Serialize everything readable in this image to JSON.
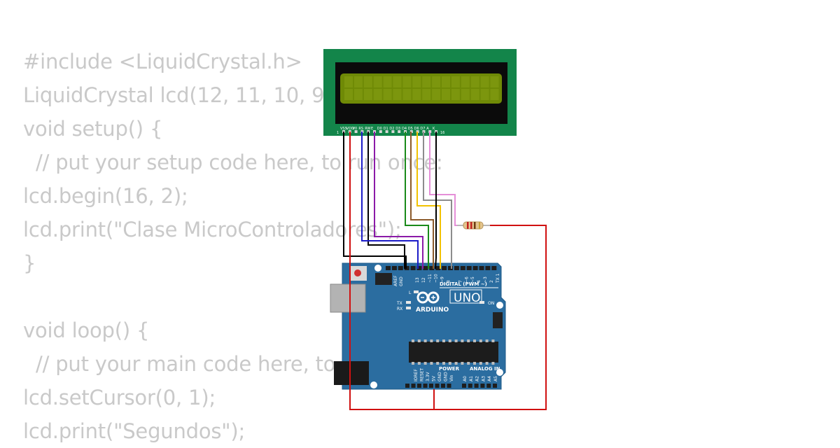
{
  "code": {
    "lines": [
      "#include <LiquidCrystal.h>",
      "LiquidCrystal lcd(12, 11, 10, 9, 8, 7);",
      "void setup() {",
      "  // put your setup code here, to run once:",
      "lcd.begin(16, 2);",
      "lcd.print(\"Clase MicroControladores\");",
      "}",
      "",
      "void loop() {",
      "  // put your main code here, to run repeatedly:",
      "lcd.setCursor(0, 1);",
      "lcd.print(\"Segundos\");"
    ]
  },
  "lcd": {
    "pin_labels": [
      "VSS",
      "VDD",
      "V0",
      "RS",
      "RW",
      "E",
      "D0",
      "D1",
      "D2",
      "D3",
      "D4",
      "D5",
      "D6",
      "D7",
      "A",
      "K"
    ],
    "pin_first": "1",
    "pin_last": "16",
    "board_color": "#13854a",
    "screen_color": "#6f8a06"
  },
  "arduino": {
    "brand": "ARDUINO",
    "model": "UNO",
    "digital_label": "DIGITAL (PWM ~)",
    "power_label": "POWER",
    "analog_label": "ANALOG IN",
    "on_label": "ON",
    "l_label": "L",
    "tx_label": "TX",
    "rx_label": "RX",
    "aref_label": "AREF",
    "gnd_label": "GND",
    "digital_pins": [
      "13",
      "12",
      "~11",
      "~10",
      "~9",
      "8",
      "7",
      "~6",
      "~5",
      "4",
      "~3",
      "2",
      "TX 1",
      "RX 0"
    ],
    "power_pins": [
      "IOREF",
      "RESET",
      "3.3V",
      "5V",
      "GND",
      "GND",
      "Vin"
    ],
    "analog_pins": [
      "A0",
      "A1",
      "A2",
      "A3",
      "A4",
      "A5"
    ],
    "board_color": "#2b6da0"
  },
  "wire_colors": {
    "black": "#000000",
    "blue": "#1c1cc8",
    "purple": "#8b1aa8",
    "green": "#1a8a1a",
    "brown": "#8b5a2b",
    "yellow": "#f2c200",
    "gray": "#8c8c8c",
    "pink": "#e58fd8",
    "red": "#d01010"
  }
}
